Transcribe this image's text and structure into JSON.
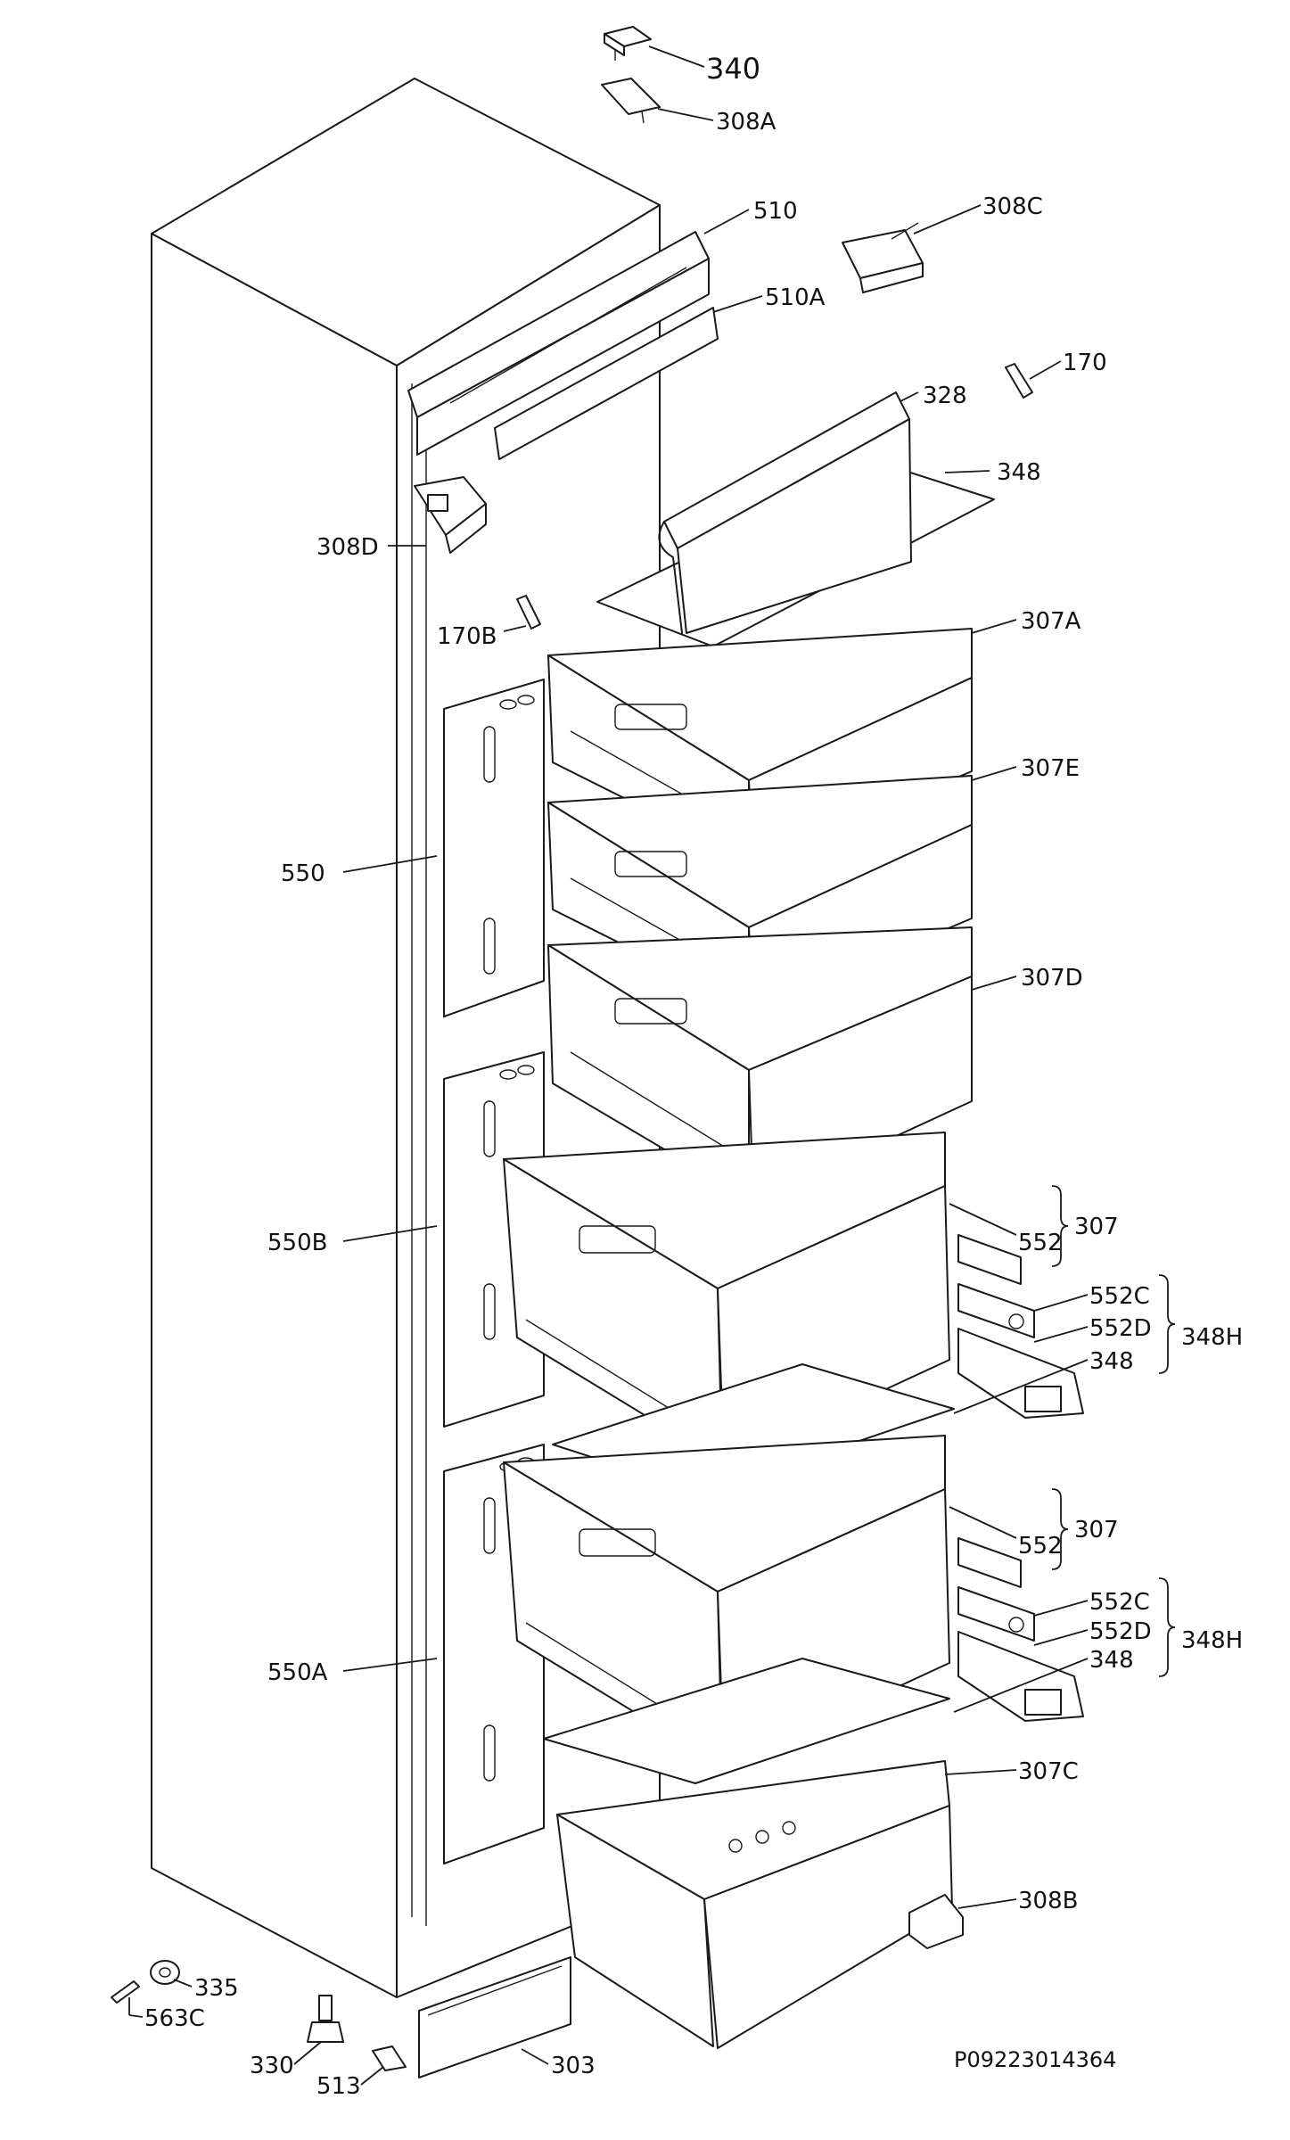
{
  "diagram": {
    "code": "P09223014364",
    "labels": {
      "l340": "340",
      "l308A": "308A",
      "l510": "510",
      "l510A": "510A",
      "l308C": "308C",
      "l170": "170",
      "l328": "328",
      "l348a": "348",
      "l308D": "308D",
      "l170B": "170B",
      "l307A": "307A",
      "l307E": "307E",
      "l550": "550",
      "l307D": "307D",
      "l550B": "550B",
      "l307a": "307",
      "l552a": "552",
      "l552Ca": "552C",
      "l552Da": "552D",
      "l348Ha": "348H",
      "l348b": "348",
      "l307b": "307",
      "l552b": "552",
      "l552Cb": "552C",
      "l552Db": "552D",
      "l348Hb": "348H",
      "l348c": "348",
      "l550A": "550A",
      "l307C": "307C",
      "l308B": "308B",
      "l335": "335",
      "l563C": "563C",
      "l330": "330",
      "l513": "513",
      "l303": "303"
    }
  }
}
